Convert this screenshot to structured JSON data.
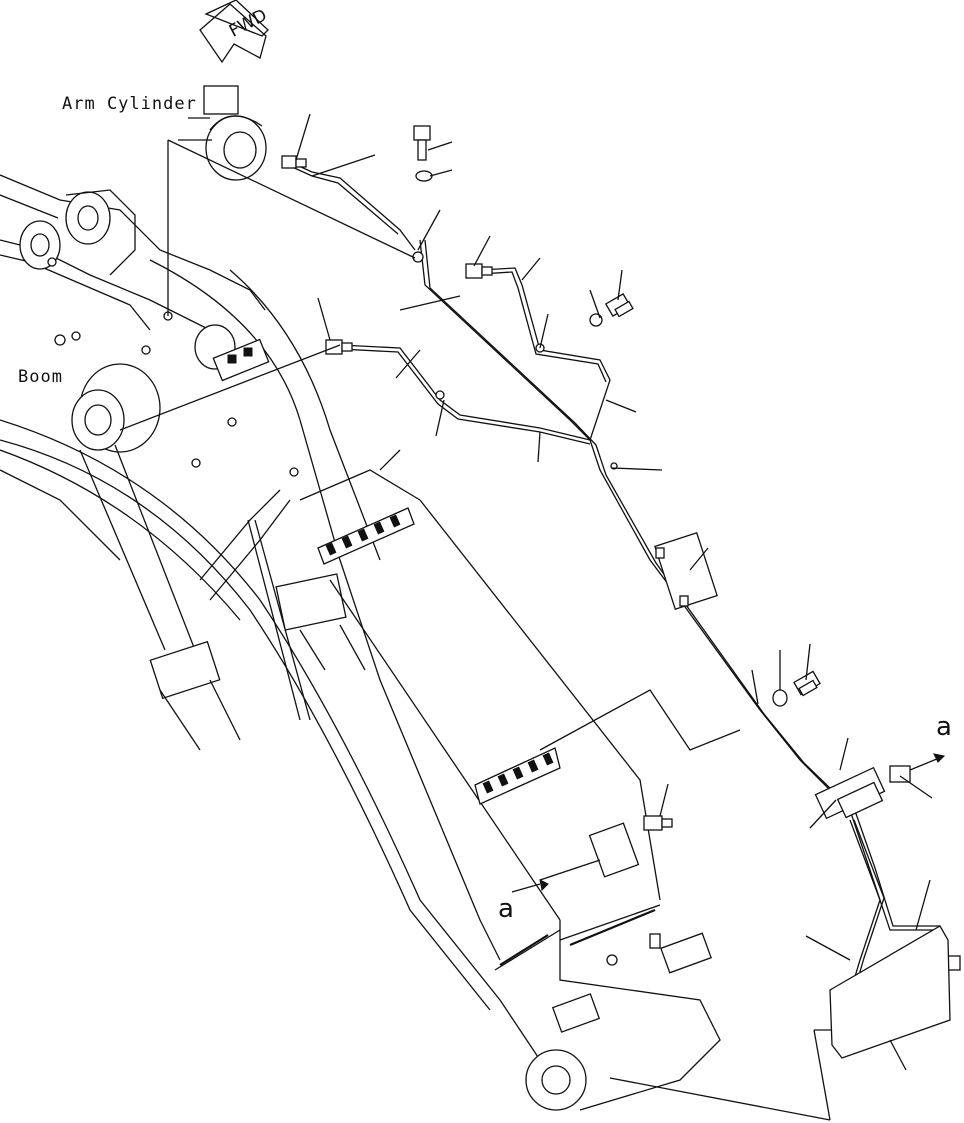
{
  "labels": {
    "fwd": "FWD",
    "arm_cylinder": "Arm Cylinder",
    "boom": "Boom",
    "section_a_left": "a",
    "section_a_right": "a"
  }
}
